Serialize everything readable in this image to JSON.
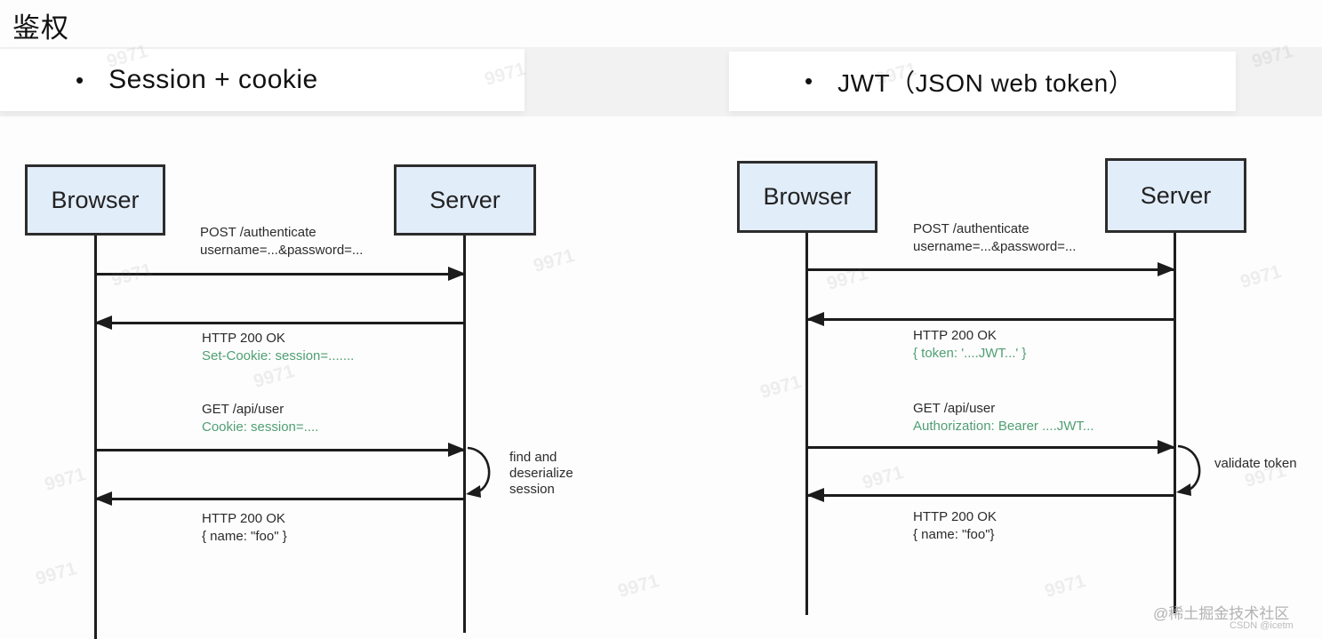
{
  "heading": "鉴权",
  "colors": {
    "green": "#4f9f72",
    "actor_fill": "#e2edfa",
    "actor_border": "#2d2d2d",
    "line": "#1c1c1c"
  },
  "watermark": {
    "text": "9971",
    "credit_line1": "@稀土掘金技术社区",
    "credit_line2": "CSDN @icetm"
  },
  "diagrams": {
    "left": {
      "bullet": "•",
      "title": "Session + cookie",
      "actors": {
        "browser": "Browser",
        "server": "Server"
      },
      "messages": [
        {
          "line1": "POST /authenticate",
          "line2": "username=...&password=...",
          "direction": "to-server"
        },
        {
          "line1": "HTTP 200 OK",
          "line2": "Set-Cookie: session=.......",
          "direction": "to-browser"
        },
        {
          "line1": "GET /api/user",
          "line2": "Cookie: session=....",
          "direction": "to-server"
        },
        {
          "line1": "HTTP 200 OK",
          "line2": "{ name: \"foo\" }",
          "direction": "to-browser"
        }
      ],
      "self_action": "find and deserialize session"
    },
    "right": {
      "bullet": "•",
      "title": "JWT（JSON web token）",
      "actors": {
        "browser": "Browser",
        "server": "Server"
      },
      "messages": [
        {
          "line1": "POST /authenticate",
          "line2": "username=...&password=...",
          "direction": "to-server"
        },
        {
          "line1": "HTTP 200 OK",
          "line2": "{ token: '....JWT...' }",
          "direction": "to-browser"
        },
        {
          "line1": "GET /api/user",
          "line2": "Authorization: Bearer ....JWT...",
          "direction": "to-server"
        },
        {
          "line1": "HTTP 200 OK",
          "line2": "{ name: \"foo\"}",
          "direction": "to-browser"
        }
      ],
      "self_action": "validate token"
    }
  }
}
